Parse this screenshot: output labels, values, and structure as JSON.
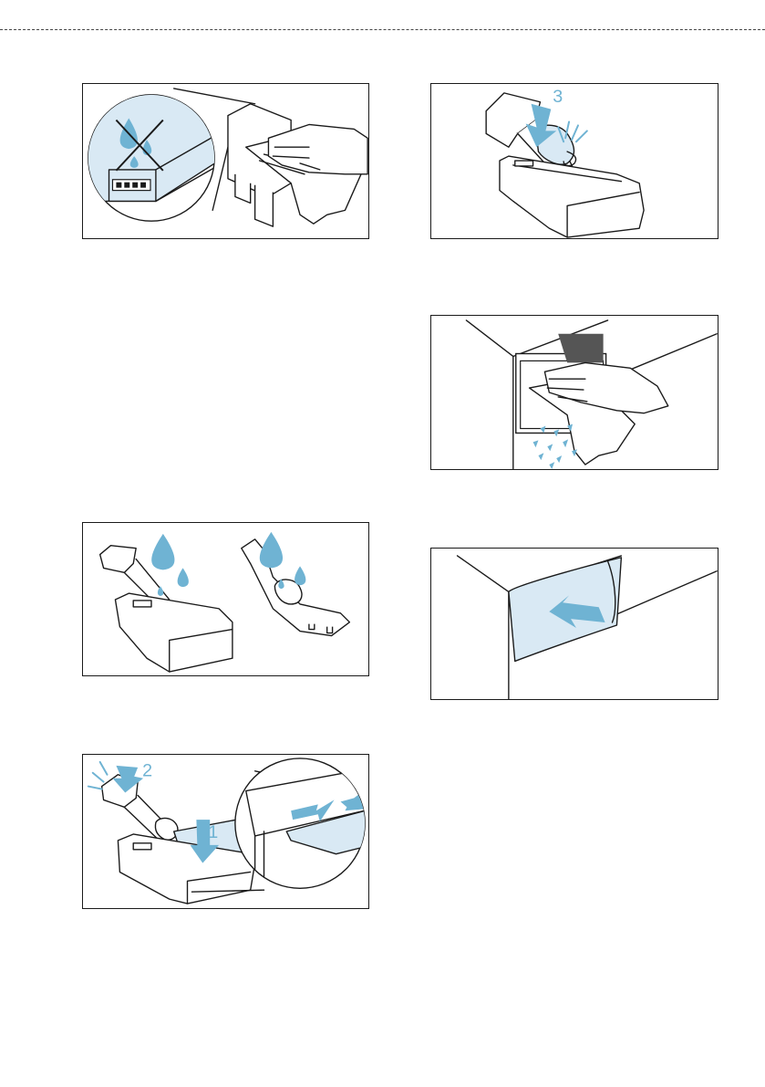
{
  "figures": {
    "clean_dry_cloth": {
      "alt": ""
    },
    "reinsert_siphon": {
      "step_label": "3"
    },
    "wipe_housing": {
      "alt": ""
    },
    "rinse_drawer": {
      "alt": ""
    },
    "push_drawer_in": {
      "alt": ""
    },
    "reassemble_drawer": {
      "step_label_1": "2",
      "step_label_2": "1"
    }
  },
  "colors": {
    "accent": "#6fb3d3",
    "fill_light": "#d9e9f4",
    "line": "#1a1a1a",
    "dark_panel": "#555555"
  }
}
